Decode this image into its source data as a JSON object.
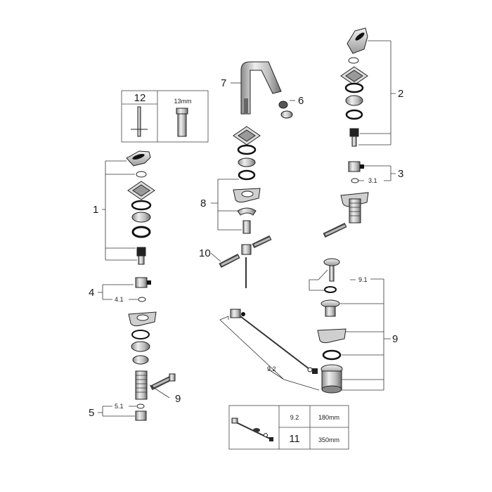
{
  "callouts": {
    "c1": "1",
    "c2": "2",
    "c3": "3",
    "c3_1": "3.1",
    "c4": "4",
    "c4_1": "4.1",
    "c5": "5",
    "c5_1": "5.1",
    "c6": "6",
    "c7": "7",
    "c8": "8",
    "c9_left": "9",
    "c9_right": "9",
    "c9_1": "9.1",
    "c9_2": "9.2",
    "c10": "10"
  },
  "tool_box": {
    "number": "12",
    "size": "13mm"
  },
  "rod_table": {
    "rows": [
      {
        "part": "9.2",
        "length": "180mm"
      },
      {
        "part": "11",
        "length": "350mm"
      }
    ]
  },
  "colors": {
    "line": "#222222",
    "chrome_light": "#d9d9d9",
    "chrome_mid": "#a6a6a6",
    "chrome_dark": "#555555",
    "black": "#111111"
  }
}
